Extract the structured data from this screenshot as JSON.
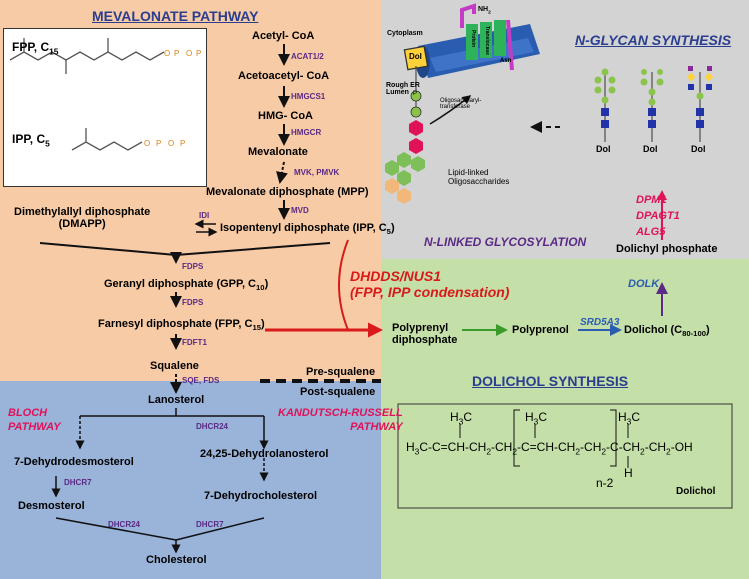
{
  "colors": {
    "mevalonate_bg": "#f7cba6",
    "glycan_bg": "#d3d3d3",
    "dolichol_bg": "#c5dfa9",
    "post_bg": "#99b3d9",
    "accent_red": "#e0125a",
    "enzyme_purple": "#5b2a86",
    "title_blue": "#2a3d8f"
  },
  "titles": {
    "mevalonate": "MEVALONATE PATHWAY",
    "nglycan": "N-GLYCAN SYNTHESIS",
    "dolichol": "DOLICHOL SYNTHESIS",
    "nlinked": "N-LINKED GLYCOSYLATION"
  },
  "inset": {
    "fpp": "FPP, C",
    "fpp_sub": "15",
    "ipp": "IPP, C",
    "ipp_sub": "5"
  },
  "mevalonate": {
    "acetylcoa": "Acetyl- CoA",
    "acat": "ACAT1/2",
    "acetoacetyl": "Acetoacetyl- CoA",
    "hmgcs": "HMGCS1",
    "hmgcoa": "HMG- CoA",
    "hmgcr": "HMGCR",
    "mevalonate": "Mevalonate",
    "mvk": "MVK, PMVK",
    "mpp": "Mevalonate diphosphate (MPP)",
    "mvd": "MVD",
    "dmapp_1": "Dimethylallyl diphosphate",
    "dmapp_2": "(DMAPP)",
    "idi": "IDI",
    "ipp": "Isopentenyl diphosphate (IPP, C",
    "ipp_sub": "5",
    "ipp_close": ")",
    "fdps1": "FDPS",
    "gpp": "Geranyl diphosphate (GPP, C",
    "gpp_sub": "10",
    "gpp_close": ")",
    "fdps2": "FDPS",
    "fpp": "Farnesyl diphosphate (FPP, C",
    "fpp_sub": "15",
    "fpp_close": ")",
    "fdft1": "FDFT1",
    "squalene": "Squalene",
    "sqe": "SQE, FDS",
    "presq": "Pre-squalene",
    "postsq": "Post-squalene"
  },
  "dhdds": {
    "line1": "DHDDS/NUS1",
    "line2": "(FPP, IPP condensation)"
  },
  "dolichol": {
    "polyprenyl_1": "Polyprenyl",
    "polyprenyl_2": "diphosphate",
    "polyprenol": "Polyprenol",
    "srd5a3": "SRD5A3",
    "dolichol": "Dolichol (C",
    "dol_sub": "80-100",
    "dol_close": ")",
    "dolk": "DOLK",
    "dolichyl_p": "Dolichyl phosphate",
    "dpm1": "DPM1",
    "dpagt1": "DPAGT1",
    "alg5": "ALG5",
    "formula_label": "Dolichol",
    "formula": {
      "h3c_1": "H",
      "h3c_1b": "3",
      "h3c_1c": "C",
      "h3c_2": "H",
      "h3c_2b": "3",
      "h3c_2c": "C",
      "h3c_3": "H",
      "h3c_3b": "3",
      "h3c_3c": "C",
      "main_a": "H",
      "main_b": "3",
      "main_c": "C-C=CH-CH",
      "main_d": "2",
      "main_e": "-CH",
      "main_f": "2",
      "main_g": "-C=CH-CH",
      "main_h": "2",
      "main_i": "-CH",
      "main_j": "2",
      "main_k": "-C-CH",
      "main_l": "2",
      "main_m": "-CH",
      "main_n": "2",
      "main_o": "-OH",
      "h_bottom": "H",
      "n2": "n-2"
    }
  },
  "glycan": {
    "cytoplasm": "Cytoplasm",
    "rough_er": "Rough ER",
    "lumen": "Lumen",
    "dol_box": "Dol",
    "nh2": "NH",
    "nh2_sub": "2",
    "protein": "Protein",
    "translocase": "Translocase",
    "asn": "Asn",
    "ost_1": "Oligosaccharyl-",
    "ost_2": "transferase",
    "llo_1": "Lipid-linked",
    "llo_2": "Oligosaccharides",
    "p": "P",
    "dol1": "Dol",
    "dol2": "Dol",
    "dol3": "Dol"
  },
  "post": {
    "bloch_1": "BLOCH",
    "bloch_2": "PATHWAY",
    "kr_1": "KANDUTSCH-RUSSELL",
    "kr_2": "PATHWAY",
    "lanosterol": "Lanosterol",
    "dhcr24_a": "DHCR24",
    "dehydrodesmo": "7-Dehydrodesmosterol",
    "dehydrolano": "24,25-Dehydrolanosterol",
    "dhcr7_a": "DHCR7",
    "desmosterol": "Desmosterol",
    "dehydrochol": "7-Dehydrocholesterol",
    "dhcr24_b": "DHCR24",
    "dhcr7_b": "DHCR7",
    "cholesterol": "Cholesterol"
  }
}
